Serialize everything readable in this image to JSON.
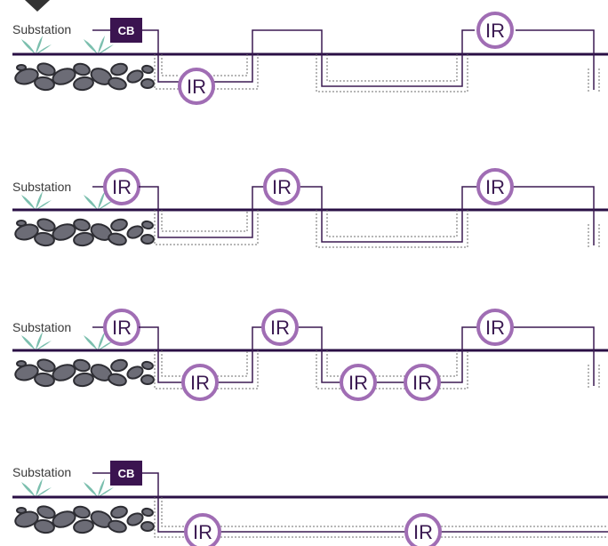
{
  "colors": {
    "line": "#3b1a52",
    "ground": "#2a0f45",
    "cb_fill": "#3b1450",
    "ir_ring": "#a06db4",
    "cable_dash": "#6d6d6d",
    "grass": "#7bbfae",
    "stone_fill": "#6c6c76",
    "stone_outline": "#2d2d33",
    "marker": "#333333"
  },
  "icons": [
    "substation-marker-icon",
    "grass-icon",
    "stone-icon"
  ],
  "panels": [
    {
      "substation_label": "Substation",
      "source_device": "CB",
      "devices": [
        {
          "kind": "CB",
          "label": "CB"
        },
        {
          "kind": "IR",
          "label": "IR",
          "section": "underground"
        },
        {
          "kind": "IR",
          "label": "IR",
          "section": "overhead"
        }
      ]
    },
    {
      "substation_label": "Substation",
      "source_device": "IR",
      "devices": [
        {
          "kind": "IR",
          "label": "IR",
          "section": "source"
        },
        {
          "kind": "IR",
          "label": "IR",
          "section": "overhead"
        },
        {
          "kind": "IR",
          "label": "IR",
          "section": "overhead"
        }
      ]
    },
    {
      "substation_label": "Substation",
      "source_device": "IR",
      "devices": [
        {
          "kind": "IR",
          "label": "IR",
          "section": "source"
        },
        {
          "kind": "IR",
          "label": "IR",
          "section": "underground"
        },
        {
          "kind": "IR",
          "label": "IR",
          "section": "overhead"
        },
        {
          "kind": "IR",
          "label": "IR",
          "section": "underground"
        },
        {
          "kind": "IR",
          "label": "IR",
          "section": "underground"
        },
        {
          "kind": "IR",
          "label": "IR",
          "section": "overhead"
        }
      ]
    },
    {
      "substation_label": "Substation",
      "source_device": "CB",
      "devices": [
        {
          "kind": "CB",
          "label": "CB"
        },
        {
          "kind": "IR",
          "label": "IR",
          "section": "underground"
        },
        {
          "kind": "IR",
          "label": "IR",
          "section": "underground"
        }
      ]
    }
  ]
}
